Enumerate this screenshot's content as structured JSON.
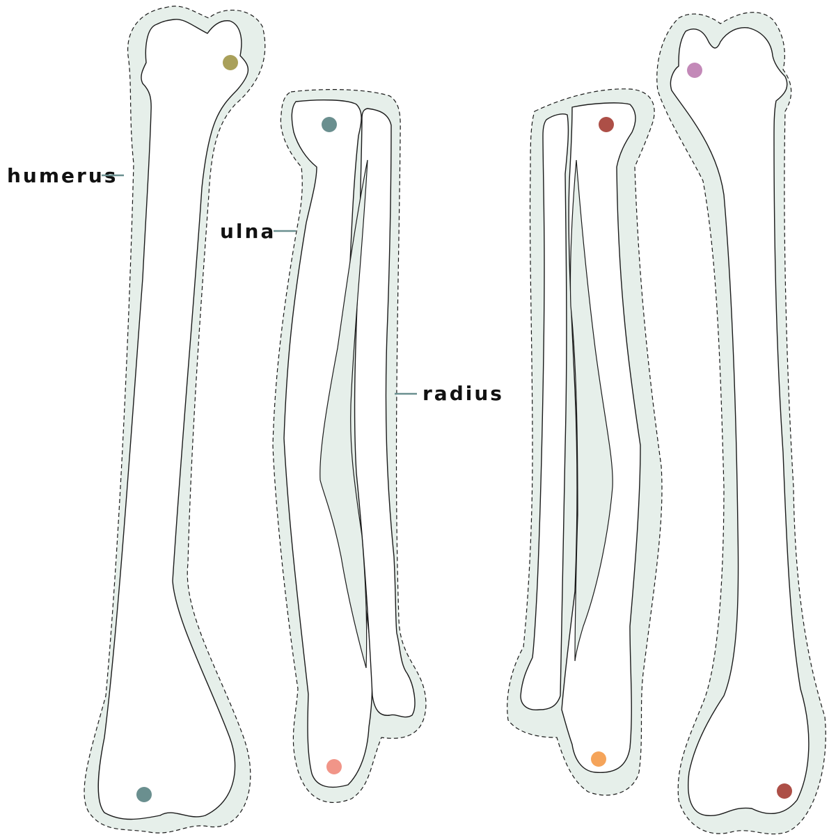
{
  "labels": {
    "humerus": "humerus",
    "ulna": "ulna",
    "radius": "radius"
  },
  "colors": {
    "halo_fill": "#e6efea",
    "outline": "#1a1a1a",
    "leader": "#6a8f8f",
    "dots": {
      "olive": "#a9a05a",
      "teal": "#6a8f8f",
      "red": "#ad4f47",
      "salmon": "#f19588",
      "orange": "#f5a45a",
      "mauve": "#c389b8"
    }
  }
}
